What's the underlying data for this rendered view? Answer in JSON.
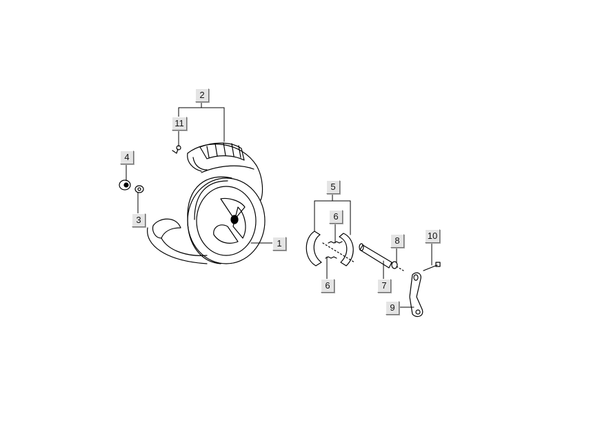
{
  "diagram": {
    "type": "exploded-parts-view",
    "subject": "front wheel and brake assembly",
    "colors": {
      "background": "#ffffff",
      "line": "#000000",
      "callout_bg": "#e4e4e4",
      "callout_border": "#6e6e6e"
    },
    "callouts": [
      {
        "id": "c1",
        "label": "1",
        "part": "wheel-rim"
      },
      {
        "id": "c2",
        "label": "2",
        "part": "tire"
      },
      {
        "id": "c3",
        "label": "3",
        "part": "washer"
      },
      {
        "id": "c4",
        "label": "4",
        "part": "axle-nut"
      },
      {
        "id": "c5",
        "label": "5",
        "part": "brake-shoe-set"
      },
      {
        "id": "c6a",
        "label": "6",
        "part": "brake-spring-upper"
      },
      {
        "id": "c6b",
        "label": "6",
        "part": "brake-spring-lower"
      },
      {
        "id": "c7",
        "label": "7",
        "part": "brake-cam"
      },
      {
        "id": "c8",
        "label": "8",
        "part": "cam-seal"
      },
      {
        "id": "c9",
        "label": "9",
        "part": "brake-arm"
      },
      {
        "id": "c10",
        "label": "10",
        "part": "bolt"
      },
      {
        "id": "c11",
        "label": "11",
        "part": "valve"
      }
    ]
  }
}
